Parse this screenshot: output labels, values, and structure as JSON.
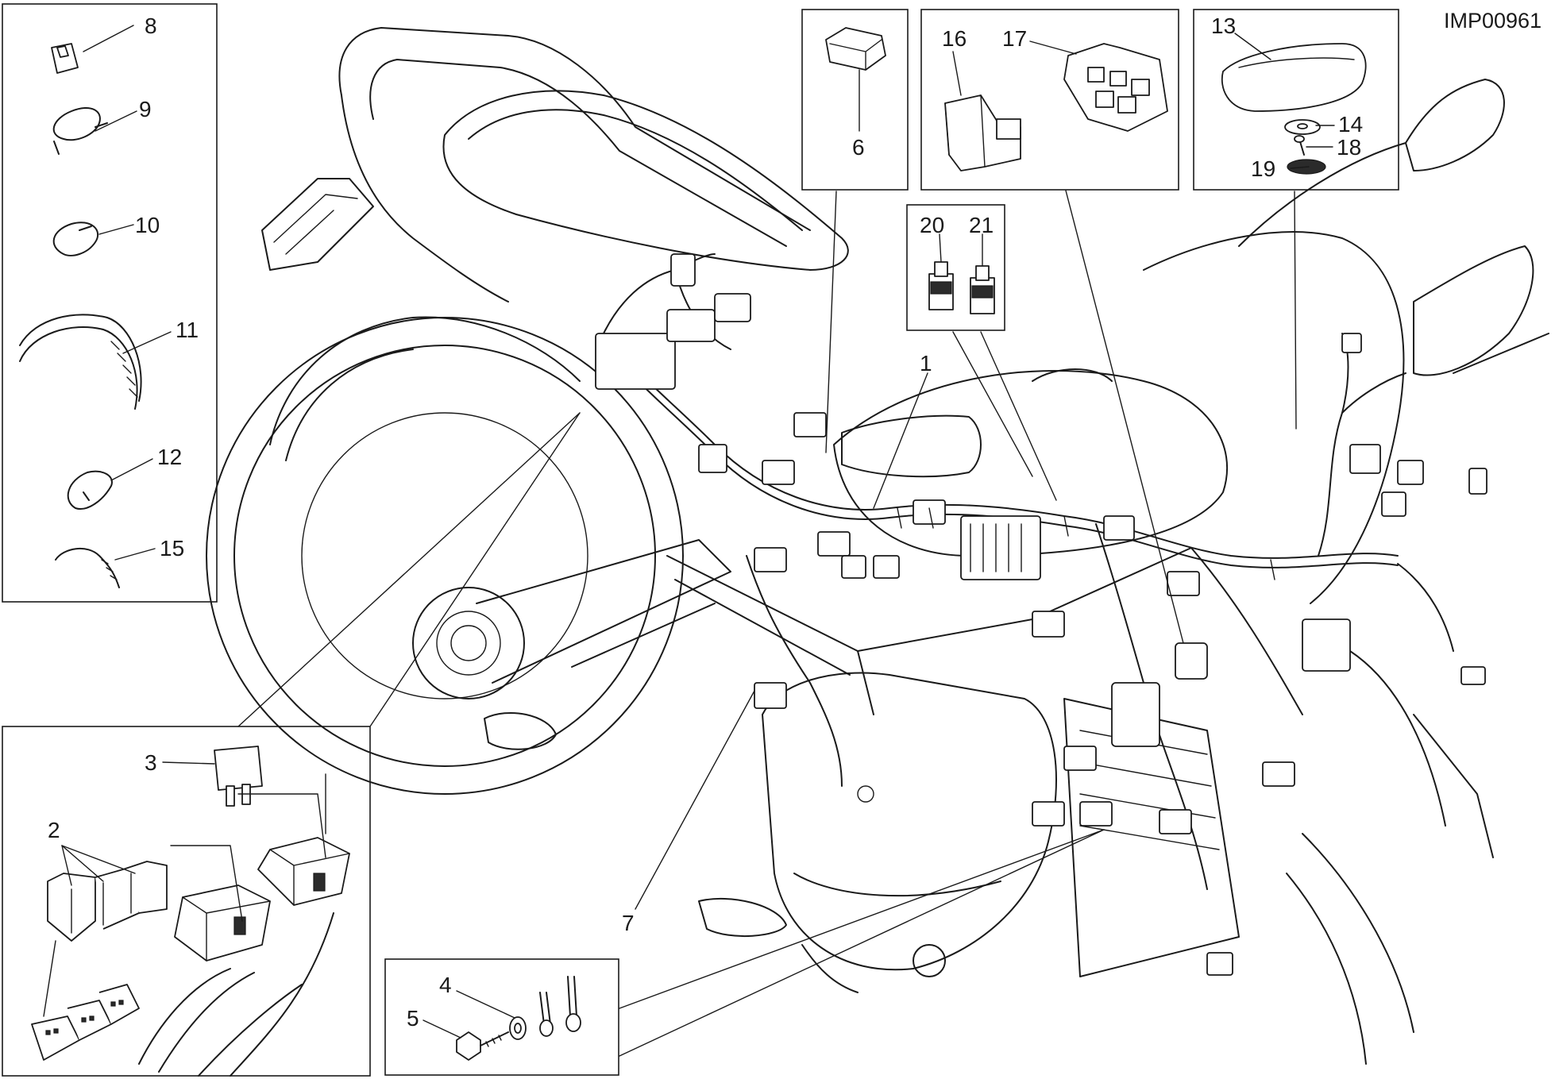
{
  "diagram": {
    "code": "IMP00961",
    "callouts": {
      "c1": "1",
      "c2": "2",
      "c3": "3",
      "c4": "4",
      "c5": "5",
      "c6": "6",
      "c7": "7",
      "c8": "8",
      "c9": "9",
      "c10": "10",
      "c11": "11",
      "c12": "12",
      "c13": "13",
      "c14": "14",
      "c15": "15",
      "c16": "16",
      "c17": "17",
      "c18": "18",
      "c19": "19",
      "c20": "20",
      "c21": "21"
    }
  }
}
